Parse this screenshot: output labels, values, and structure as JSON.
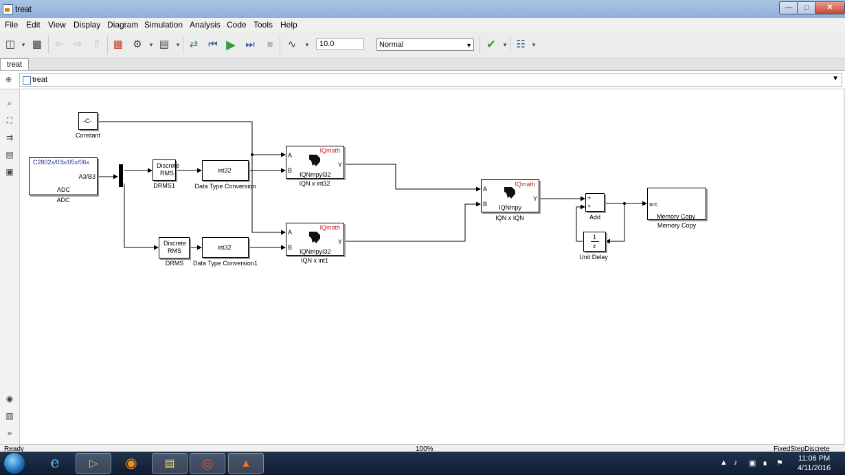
{
  "window": {
    "title": "treat"
  },
  "menu": [
    "File",
    "Edit",
    "View",
    "Display",
    "Diagram",
    "Simulation",
    "Analysis",
    "Code",
    "Tools",
    "Help"
  ],
  "toolbar": {
    "stop_time": "10.0",
    "sim_mode": "Normal",
    "icons": [
      "new-model-icon",
      "save-icon",
      "back-icon",
      "forward-icon",
      "up-icon",
      "library-browser-icon",
      "model-config-icon",
      "model-explorer-icon",
      "update-diagram-icon",
      "step-back-icon",
      "run-icon",
      "step-forward-icon",
      "stop-icon",
      "scope-icon",
      "check-icon",
      "build-icon"
    ]
  },
  "tab": {
    "label": "treat"
  },
  "breadcrumb": {
    "label": "treat"
  },
  "palette_icons": [
    "hide-browser-icon",
    "zoom-icon",
    "fit-view-icon",
    "arrow-icon",
    "annotation-icon",
    "image-icon",
    "camera-icon",
    "model-browser-icon",
    "expand-icon"
  ],
  "blocks": {
    "constant": {
      "text": "-C-",
      "name": "Constant"
    },
    "adc": {
      "header": "C2802x/03x/05x/06x",
      "port": "A3/B3",
      "inner": "ADC",
      "name": "ADC"
    },
    "drms1": {
      "line1": "Discrete",
      "line2": "RMS",
      "name": "DRMS1"
    },
    "drms": {
      "line1": "Discrete",
      "line2": "RMS",
      "name": "DRMS"
    },
    "dtc": {
      "text": "int32",
      "name": "Data Type Conversion"
    },
    "dtc1": {
      "text": "int32",
      "name": "Data Type Conversion1"
    },
    "iqn1": {
      "badge": "IQmath",
      "a": "A",
      "b": "B",
      "y": "Y",
      "fn": "IQNmpyI32",
      "name": "IQN x int32"
    },
    "iqn2": {
      "badge": "IQmath",
      "a": "A",
      "b": "B",
      "y": "Y",
      "fn": "IQNmpyI32",
      "name": "IQN x int1"
    },
    "iqn3": {
      "badge": "IQmath",
      "a": "A",
      "b": "B",
      "y": "Y",
      "fn": "IQNmpy",
      "name": "IQN x IQN"
    },
    "add": {
      "p1": "+",
      "p2": "+",
      "name": "Add"
    },
    "delay": {
      "num": "1",
      "den": "z",
      "name": "Unit Delay"
    },
    "memcopy": {
      "port": "src",
      "inner": "Memory Copy",
      "name": "Memory Copy"
    }
  },
  "status": {
    "left": "Ready",
    "center": "100%",
    "right": "FixedStepDiscrete"
  },
  "taskbar": {
    "time": "11:06 PM",
    "date": "4/11/2016",
    "apps": [
      "internet-explorer",
      "media-player",
      "firefox",
      "file-explorer",
      "chrome",
      "matlab"
    ]
  }
}
